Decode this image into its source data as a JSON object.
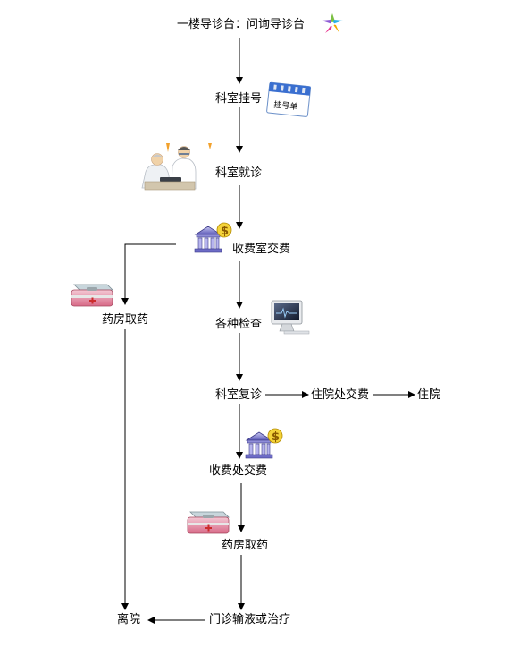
{
  "steps": {
    "guide": "一楼导诊台：问询导诊台",
    "register": "科室挂号",
    "consult": "科室就诊",
    "pay1": "收费室交费",
    "pharmacy1": "药房取药",
    "exam": "各种检查",
    "followup": "科室复诊",
    "inpatient_pay": "住院处交费",
    "hospitalize": "住院",
    "pay2": "收费处交费",
    "pharmacy2": "药房取药",
    "infusion": "门诊输液或治疗",
    "discharge": "离院"
  },
  "icons": {
    "logo": "colorful-star-logo-icon",
    "register": "registration-form-icon",
    "consult": "doctor-patient-icon",
    "pay1": "bank-money-icon",
    "pharmacy1": "medicine-box-icon",
    "exam": "monitor-icon",
    "pay2": "bank-money-icon",
    "pharmacy2": "medicine-box-icon",
    "register_card_text": "挂号单"
  }
}
